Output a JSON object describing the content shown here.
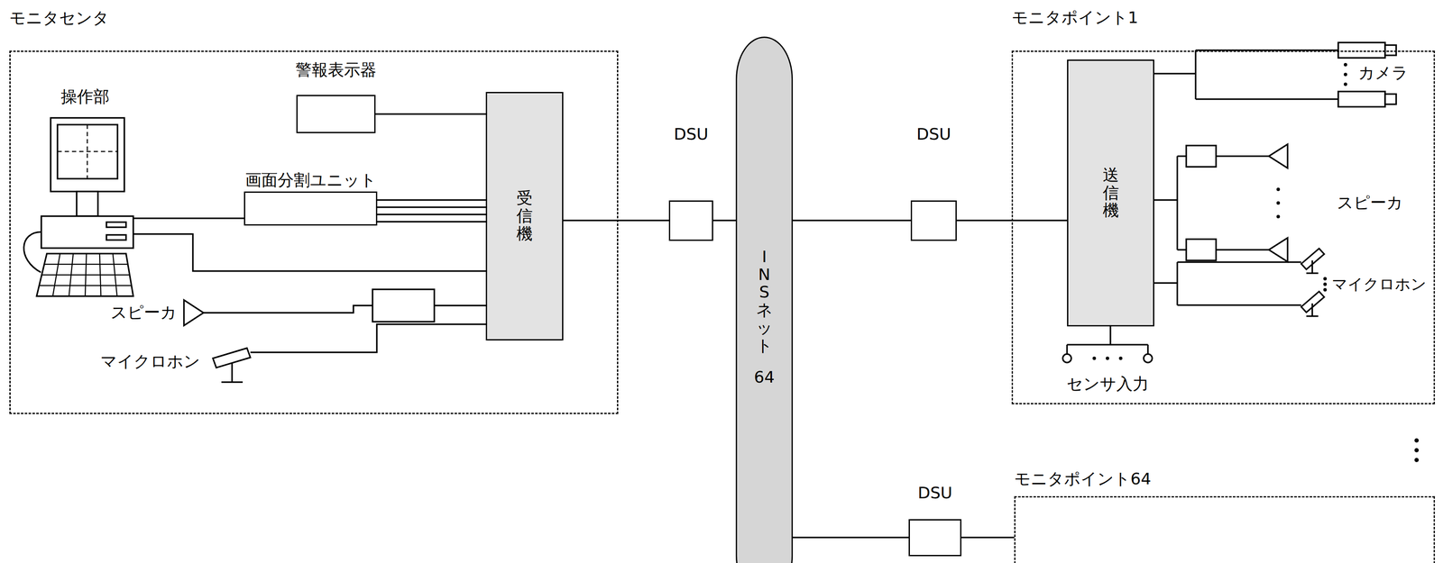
{
  "diagram": {
    "nodes": [
      {
        "text": [
          "モニタセンタ"
        ]
      },
      {
        "text": [
          "操作部"
        ],
        "in": 0
      },
      {
        "text": [
          "警報表示器"
        ],
        "in": 0
      },
      {
        "text": [
          "画面分割ユニット"
        ],
        "in": 0
      },
      {
        "text": [
          "受信機"
        ],
        "in": 0
      },
      {
        "text": [
          "DSU"
        ]
      },
      {
        "text": [
          "INSネット",
          "64"
        ]
      },
      {
        "text": [
          "DSU"
        ]
      },
      {
        "text": [
          "モニタポイント1"
        ]
      },
      {
        "text": [
          "送信機"
        ],
        "in": 8
      },
      {
        "text": [
          "DSU"
        ]
      },
      {
        "text": [
          "モニタポイント64"
        ]
      }
    ],
    "edges": [
      {
        "from": 1,
        "to": 3,
        "arrow": "none"
      },
      {
        "from": 1,
        "to": 4,
        "arrow": "none"
      },
      {
        "from": 2,
        "to": 4,
        "arrow": "none"
      },
      {
        "from": 3,
        "to": 4,
        "arrow": "none"
      },
      {
        "from": 4,
        "to": 5,
        "arrow": "none"
      },
      {
        "from": 5,
        "to": 6,
        "arrow": "none"
      },
      {
        "from": 6,
        "to": 7,
        "arrow": "none"
      },
      {
        "from": 7,
        "to": 9,
        "arrow": "none"
      },
      {
        "from": 6,
        "to": 10,
        "arrow": "none"
      },
      {
        "from": 10,
        "to": 11,
        "arrow": "none"
      }
    ],
    "labels": [
      "スピーカ",
      "マイクロホン",
      "カメラ",
      "スピーカ",
      "マイクロホン",
      "センサ入力"
    ]
  }
}
